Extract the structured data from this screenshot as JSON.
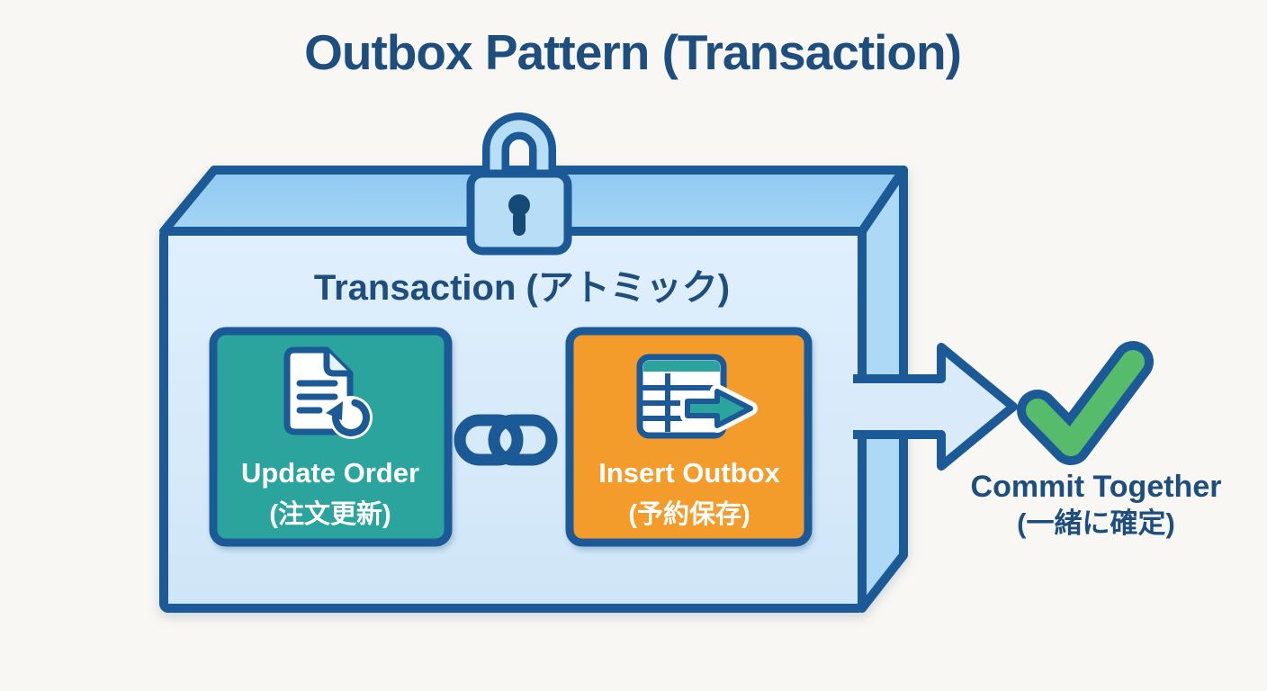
{
  "title": "Outbox Pattern (Transaction)",
  "transaction": {
    "label": "Transaction (アトミック)",
    "lock_icon": "lock-icon",
    "steps": [
      {
        "label": "Update Order",
        "sublabel": "(注文更新)",
        "icon": "document-refresh-icon",
        "color": "#2AA49C"
      },
      {
        "label": "Insert Outbox",
        "sublabel": "(予約保存)",
        "icon": "table-insert-icon",
        "color": "#F39B2B"
      }
    ],
    "link_icon": "chain-link-icon"
  },
  "result": {
    "check_icon": "checkmark-icon",
    "label": "Commit Together",
    "sublabel": "(一緒に確定)"
  },
  "colors": {
    "background": "#F8F7F4",
    "outline_blue": "#1B5A96",
    "text_navy": "#1D4E7E",
    "box_top_face": "#9CD0F3",
    "box_side_face": "#AED9F6",
    "box_front_face": "#D9EBFA",
    "lock_fill": "#B7DDF7",
    "teal": "#2AA49C",
    "orange": "#F39B2B",
    "check_green": "#56BC6C",
    "label_white": "#FFFFFF"
  }
}
